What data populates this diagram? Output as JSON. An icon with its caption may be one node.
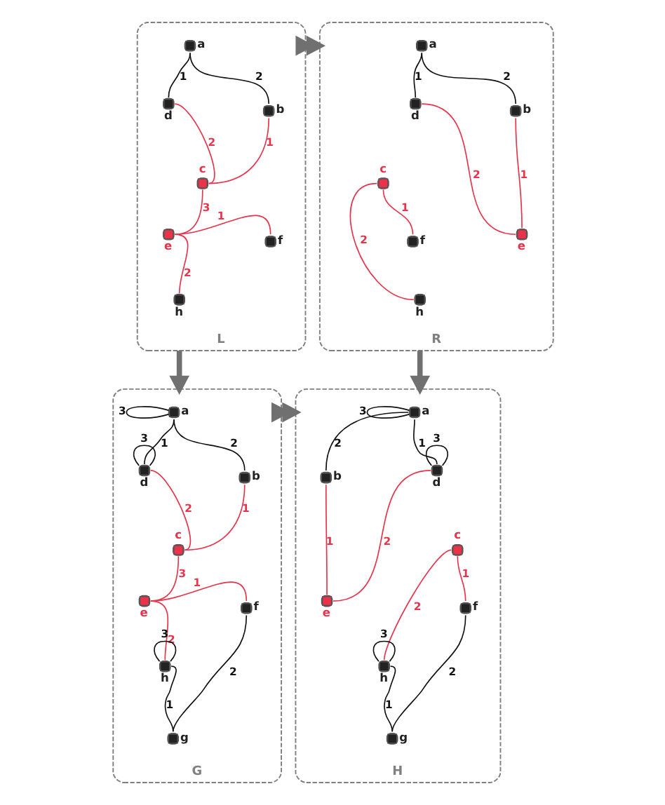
{
  "diagram": {
    "nodes": [
      {
        "text": [
          "L"
        ]
      },
      {
        "text": [],
        "shape": "circle",
        "beside": [
          "a"
        ],
        "in": 0
      },
      {
        "text": [],
        "shape": "circle",
        "beside": [
          "b"
        ],
        "in": 0
      },
      {
        "text": [],
        "shape": "circle",
        "beside": [
          "d"
        ],
        "in": 0
      },
      {
        "text": [],
        "shape": "circle",
        "beside": [
          "c"
        ],
        "in": 0
      },
      {
        "text": [],
        "shape": "circle",
        "beside": [
          "f"
        ],
        "in": 0
      },
      {
        "text": [],
        "shape": "circle",
        "beside": [
          "e"
        ],
        "in": 0
      },
      {
        "text": [],
        "shape": "circle",
        "beside": [
          "h"
        ],
        "in": 0
      },
      {
        "text": [
          "R"
        ]
      },
      {
        "text": [],
        "shape": "circle",
        "beside": [
          "a"
        ],
        "in": 8
      },
      {
        "text": [],
        "shape": "circle",
        "beside": [
          "b"
        ],
        "in": 8
      },
      {
        "text": [],
        "shape": "circle",
        "beside": [
          "d"
        ],
        "in": 8
      },
      {
        "text": [],
        "shape": "circle",
        "beside": [
          "c"
        ],
        "in": 8
      },
      {
        "text": [],
        "shape": "circle",
        "beside": [
          "f"
        ],
        "in": 8
      },
      {
        "text": [],
        "shape": "circle",
        "beside": [
          "e"
        ],
        "in": 8
      },
      {
        "text": [],
        "shape": "circle",
        "beside": [
          "h"
        ],
        "in": 8
      },
      {
        "text": [
          "G"
        ]
      },
      {
        "text": [],
        "shape": "circle",
        "beside": [
          "a"
        ],
        "in": 16
      },
      {
        "text": [],
        "shape": "circle",
        "beside": [
          "b"
        ],
        "in": 16
      },
      {
        "text": [],
        "shape": "circle",
        "beside": [
          "d"
        ],
        "in": 16
      },
      {
        "text": [],
        "shape": "circle",
        "beside": [
          "c"
        ],
        "in": 16
      },
      {
        "text": [],
        "shape": "circle",
        "beside": [
          "f"
        ],
        "in": 16
      },
      {
        "text": [],
        "shape": "circle",
        "beside": [
          "e"
        ],
        "in": 16
      },
      {
        "text": [],
        "shape": "circle",
        "beside": [
          "h"
        ],
        "in": 16
      },
      {
        "text": [],
        "shape": "circle",
        "beside": [
          "g"
        ],
        "in": 16
      },
      {
        "text": [
          "H"
        ]
      },
      {
        "text": [],
        "shape": "circle",
        "beside": [
          "a"
        ],
        "in": 25
      },
      {
        "text": [],
        "shape": "circle",
        "beside": [
          "b"
        ],
        "in": 25
      },
      {
        "text": [],
        "shape": "circle",
        "beside": [
          "d"
        ],
        "in": 25
      },
      {
        "text": [],
        "shape": "circle",
        "beside": [
          "c"
        ],
        "in": 25
      },
      {
        "text": [],
        "shape": "circle",
        "beside": [
          "f"
        ],
        "in": 25
      },
      {
        "text": [],
        "shape": "circle",
        "beside": [
          "e"
        ],
        "in": 25
      },
      {
        "text": [],
        "shape": "circle",
        "beside": [
          "h"
        ],
        "in": 25
      },
      {
        "text": [],
        "shape": "circle",
        "beside": [
          "g"
        ],
        "in": 25
      }
    ],
    "edges": [
      {
        "from": 1,
        "to": 3,
        "arrow": "none",
        "label": "1"
      },
      {
        "from": 1,
        "to": 2,
        "arrow": "none",
        "label": "2"
      },
      {
        "from": 3,
        "to": 4,
        "arrow": "none",
        "label": "2",
        "color": "#e8334a"
      },
      {
        "from": 4,
        "to": 2,
        "arrow": "none",
        "label": "1",
        "color": "#e8334a"
      },
      {
        "from": 4,
        "to": 6,
        "arrow": "none",
        "label": "3",
        "color": "#e8334a"
      },
      {
        "from": 6,
        "to": 5,
        "arrow": "none",
        "label": "1",
        "color": "#e8334a"
      },
      {
        "from": 6,
        "to": 7,
        "arrow": "none",
        "label": "2",
        "color": "#e8334a"
      },
      {
        "from": 9,
        "to": 11,
        "arrow": "none",
        "label": "1"
      },
      {
        "from": 9,
        "to": 10,
        "arrow": "none",
        "label": "2"
      },
      {
        "from": 11,
        "to": 14,
        "arrow": "none",
        "label": "2",
        "color": "#e8334a"
      },
      {
        "from": 14,
        "to": 10,
        "arrow": "none",
        "label": "1",
        "color": "#e8334a"
      },
      {
        "from": 12,
        "to": 13,
        "arrow": "none",
        "label": "1",
        "color": "#e8334a"
      },
      {
        "from": 12,
        "to": 15,
        "arrow": "none",
        "label": "2",
        "color": "#e8334a"
      },
      {
        "from": 17,
        "to": 17,
        "arrow": "none",
        "label": "3"
      },
      {
        "from": 17,
        "to": 19,
        "arrow": "none",
        "label": "1"
      },
      {
        "from": 17,
        "to": 18,
        "arrow": "none",
        "label": "2"
      },
      {
        "from": 19,
        "to": 19,
        "arrow": "none",
        "label": "3"
      },
      {
        "from": 19,
        "to": 20,
        "arrow": "none",
        "label": "2",
        "color": "#e8334a"
      },
      {
        "from": 20,
        "to": 18,
        "arrow": "none",
        "label": "1",
        "color": "#e8334a"
      },
      {
        "from": 20,
        "to": 22,
        "arrow": "none",
        "label": "3",
        "color": "#e8334a"
      },
      {
        "from": 22,
        "to": 21,
        "arrow": "none",
        "label": "1",
        "color": "#e8334a"
      },
      {
        "from": 22,
        "to": 23,
        "arrow": "none",
        "label": "2",
        "color": "#e8334a"
      },
      {
        "from": 23,
        "to": 23,
        "arrow": "none",
        "label": "3"
      },
      {
        "from": 21,
        "to": 24,
        "arrow": "none",
        "label": "2"
      },
      {
        "from": 23,
        "to": 24,
        "arrow": "none",
        "label": "1"
      },
      {
        "from": 26,
        "to": 26,
        "arrow": "none",
        "label": "3"
      },
      {
        "from": 26,
        "to": 28,
        "arrow": "none",
        "label": "1"
      },
      {
        "from": 26,
        "to": 27,
        "arrow": "none",
        "label": "2"
      },
      {
        "from": 28,
        "to": 28,
        "arrow": "none",
        "label": "3"
      },
      {
        "from": 28,
        "to": 31,
        "arrow": "none",
        "label": "2",
        "color": "#e8334a"
      },
      {
        "from": 31,
        "to": 27,
        "arrow": "none",
        "label": "1",
        "color": "#e8334a"
      },
      {
        "from": 29,
        "to": 30,
        "arrow": "none",
        "label": "1",
        "color": "#e8334a"
      },
      {
        "from": 29,
        "to": 32,
        "arrow": "none",
        "label": "2",
        "color": "#e8334a"
      },
      {
        "from": 32,
        "to": 32,
        "arrow": "none",
        "label": "3"
      },
      {
        "from": 30,
        "to": 33,
        "arrow": "none",
        "label": "2"
      },
      {
        "from": 32,
        "to": 33,
        "arrow": "none",
        "label": "1"
      },
      {
        "from": 0,
        "to": 8,
        "arrow": "to",
        "style": "thick",
        "color": "#707070"
      },
      {
        "from": 0,
        "to": 16,
        "arrow": "to",
        "style": "thick",
        "color": "#707070"
      },
      {
        "from": 8,
        "to": 25,
        "arrow": "to",
        "style": "thick",
        "color": "#707070"
      },
      {
        "from": 16,
        "to": 25,
        "arrow": "to",
        "style": "thick",
        "color": "#707070"
      }
    ]
  }
}
